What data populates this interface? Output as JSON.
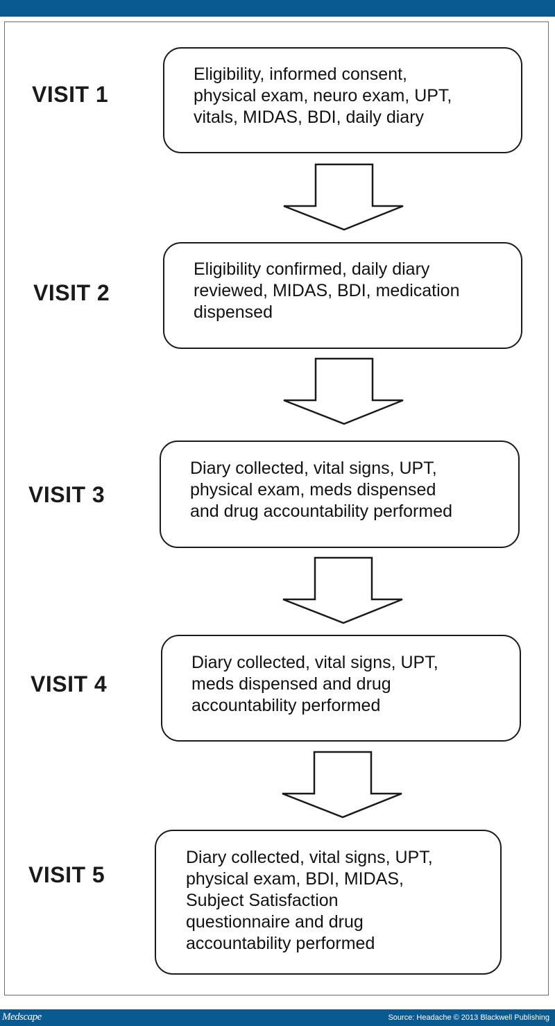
{
  "visits": [
    {
      "label": "VISIT 1",
      "text": "Eligibility, informed consent,\nphysical exam, neuro exam, UPT,\nvitals, MIDAS, BDI, daily diary"
    },
    {
      "label": "VISIT 2",
      "text": "Eligibility confirmed, daily diary\nreviewed, MIDAS, BDI, medication\ndispensed"
    },
    {
      "label": "VISIT 3",
      "text": "Diary collected, vital signs, UPT,\nphysical exam, meds dispensed\nand drug accountability performed"
    },
    {
      "label": "VISIT 4",
      "text": "Diary collected, vital signs, UPT,\nmeds dispensed and drug\naccountability performed"
    },
    {
      "label": "VISIT 5",
      "text": "Diary collected, vital signs, UPT,\nphysical exam, BDI, MIDAS,\nSubject Satisfaction\nquestionnaire and drug\naccountability performed"
    }
  ],
  "footer": {
    "brand": "Medscape",
    "source": "Source: Headache © 2013 Blackwell Publishing"
  },
  "colors": {
    "header_bar": "#0a5a92",
    "footer_bar": "#0a5a92",
    "border": "#1a1a1a"
  }
}
